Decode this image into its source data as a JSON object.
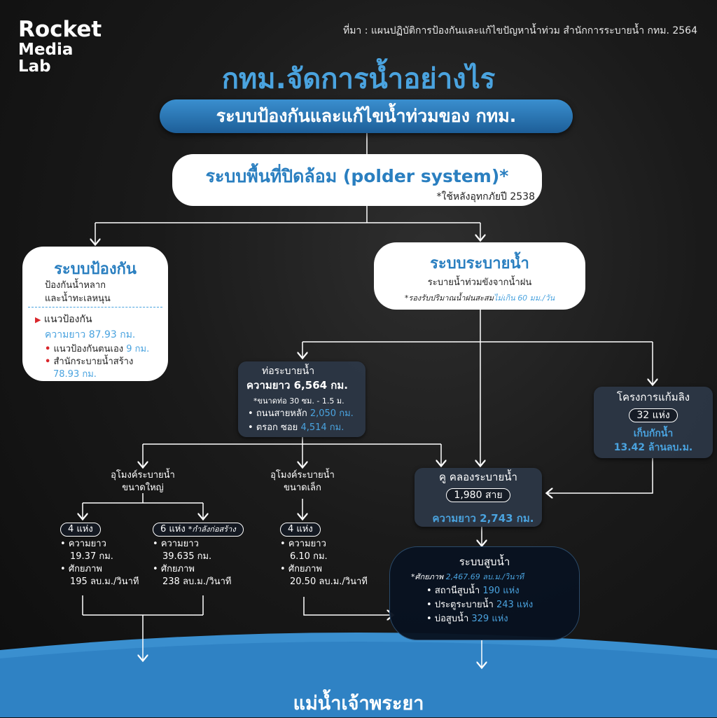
{
  "brand": {
    "line1": "Rocket",
    "line2": "Media",
    "line3": "Lab"
  },
  "source": "ที่มา : แผนปฏิบัติการป้องกันและแก้ไขปัญหาน้ำท่วม สำนักการระบายน้ำ กทม. 2564",
  "title": "กทม.จัดการน้ำอย่างไร",
  "subtitle": "ระบบป้องกันและแก้ไขน้ำท่วมของ กทม.",
  "polder": {
    "title": "ระบบพื้นที่ปิดล้อม (polder system)*",
    "note": "*ใช้หลังอุทกภัยปี 2538"
  },
  "protection": {
    "heading": "ระบบป้องกัน",
    "desc1": "ป้องกันน้ำหลาก",
    "desc2": "และน้ำทะเลหนุน",
    "wall_label": "แนวป้องกัน",
    "length": "ความยาว 87.93 กม.",
    "item1_label": "แนวป้องกันตนเอง",
    "item1_value": "9 กม.",
    "item2_label": "สำนักระบายน้ำสร้าง",
    "item2_value": "78.93 กม."
  },
  "drainage": {
    "heading": "ระบบระบายน้ำ",
    "desc": "ระบายน้ำท่วมขังจากน้ำฝน",
    "note_prefix": "*รองรับปริมาณน้ำฝนสะสม",
    "note_value": "ไม่เกิน 60 มม./วัน"
  },
  "pipes": {
    "heading": "ท่อระบายน้ำ",
    "length": "ความยาว 6,564 กม.",
    "size_note": "*ขนาดท่อ 30 ซม. - 1.5 ม.",
    "item1_label": "ถนนสายหลัก",
    "item1_value": "2,050 กม.",
    "item2_label": "ตรอก ซอย",
    "item2_value": "4,514 กม."
  },
  "retention": {
    "heading": "โครงการแก้มลิง",
    "count": "32 แห่ง",
    "storage_label": "เก็บกักน้ำ",
    "storage_value": "13.42 ล้านลบ.ม."
  },
  "tunnel_large": {
    "line1": "อุโมงค์ระบายน้ำ",
    "line2": "ขนาดใหญ่",
    "a_count": "4 แห่ง",
    "a_length_label": "ความยาว",
    "a_length": "19.37 กม.",
    "a_cap_label": "ศักยภาพ",
    "a_cap": "195 ลบ.ม./วินาที",
    "b_count": "6 แห่ง",
    "b_note": "*กำลังก่อสร้าง",
    "b_length_label": "ความยาว",
    "b_length": "39.635 กม.",
    "b_cap_label": "ศักยภาพ",
    "b_cap": "238 ลบ.ม./วินาที"
  },
  "tunnel_small": {
    "line1": "อุโมงค์ระบายน้ำ",
    "line2": "ขนาดเล็ก",
    "count": "4 แห่ง",
    "length_label": "ความยาว",
    "length": "6.10 กม.",
    "cap_label": "ศักยภาพ",
    "cap": "20.50 ลบ.ม./วินาที"
  },
  "canal": {
    "heading": "คู คลองระบายน้ำ",
    "count": "1,980 สาย",
    "length": "ความยาว 2,743 กม."
  },
  "pump": {
    "heading": "ระบบสูบน้ำ",
    "cap_prefix": "*ศักยภาพ",
    "cap_value": "2,467.69 ลบ.ม./วินาที",
    "item1_label": "สถานีสูบน้ำ",
    "item1_value": "190 แห่ง",
    "item2_label": "ประตูระบายน้ำ",
    "item2_value": "243 แห่ง",
    "item3_label": "บ่อสูบน้ำ",
    "item3_value": "329 แห่ง"
  },
  "river": "แม่น้ำเจ้าพระยา",
  "colors": {
    "accent": "#4aa3df",
    "dark_blue": "#1d5e98",
    "red": "#d9262b"
  }
}
